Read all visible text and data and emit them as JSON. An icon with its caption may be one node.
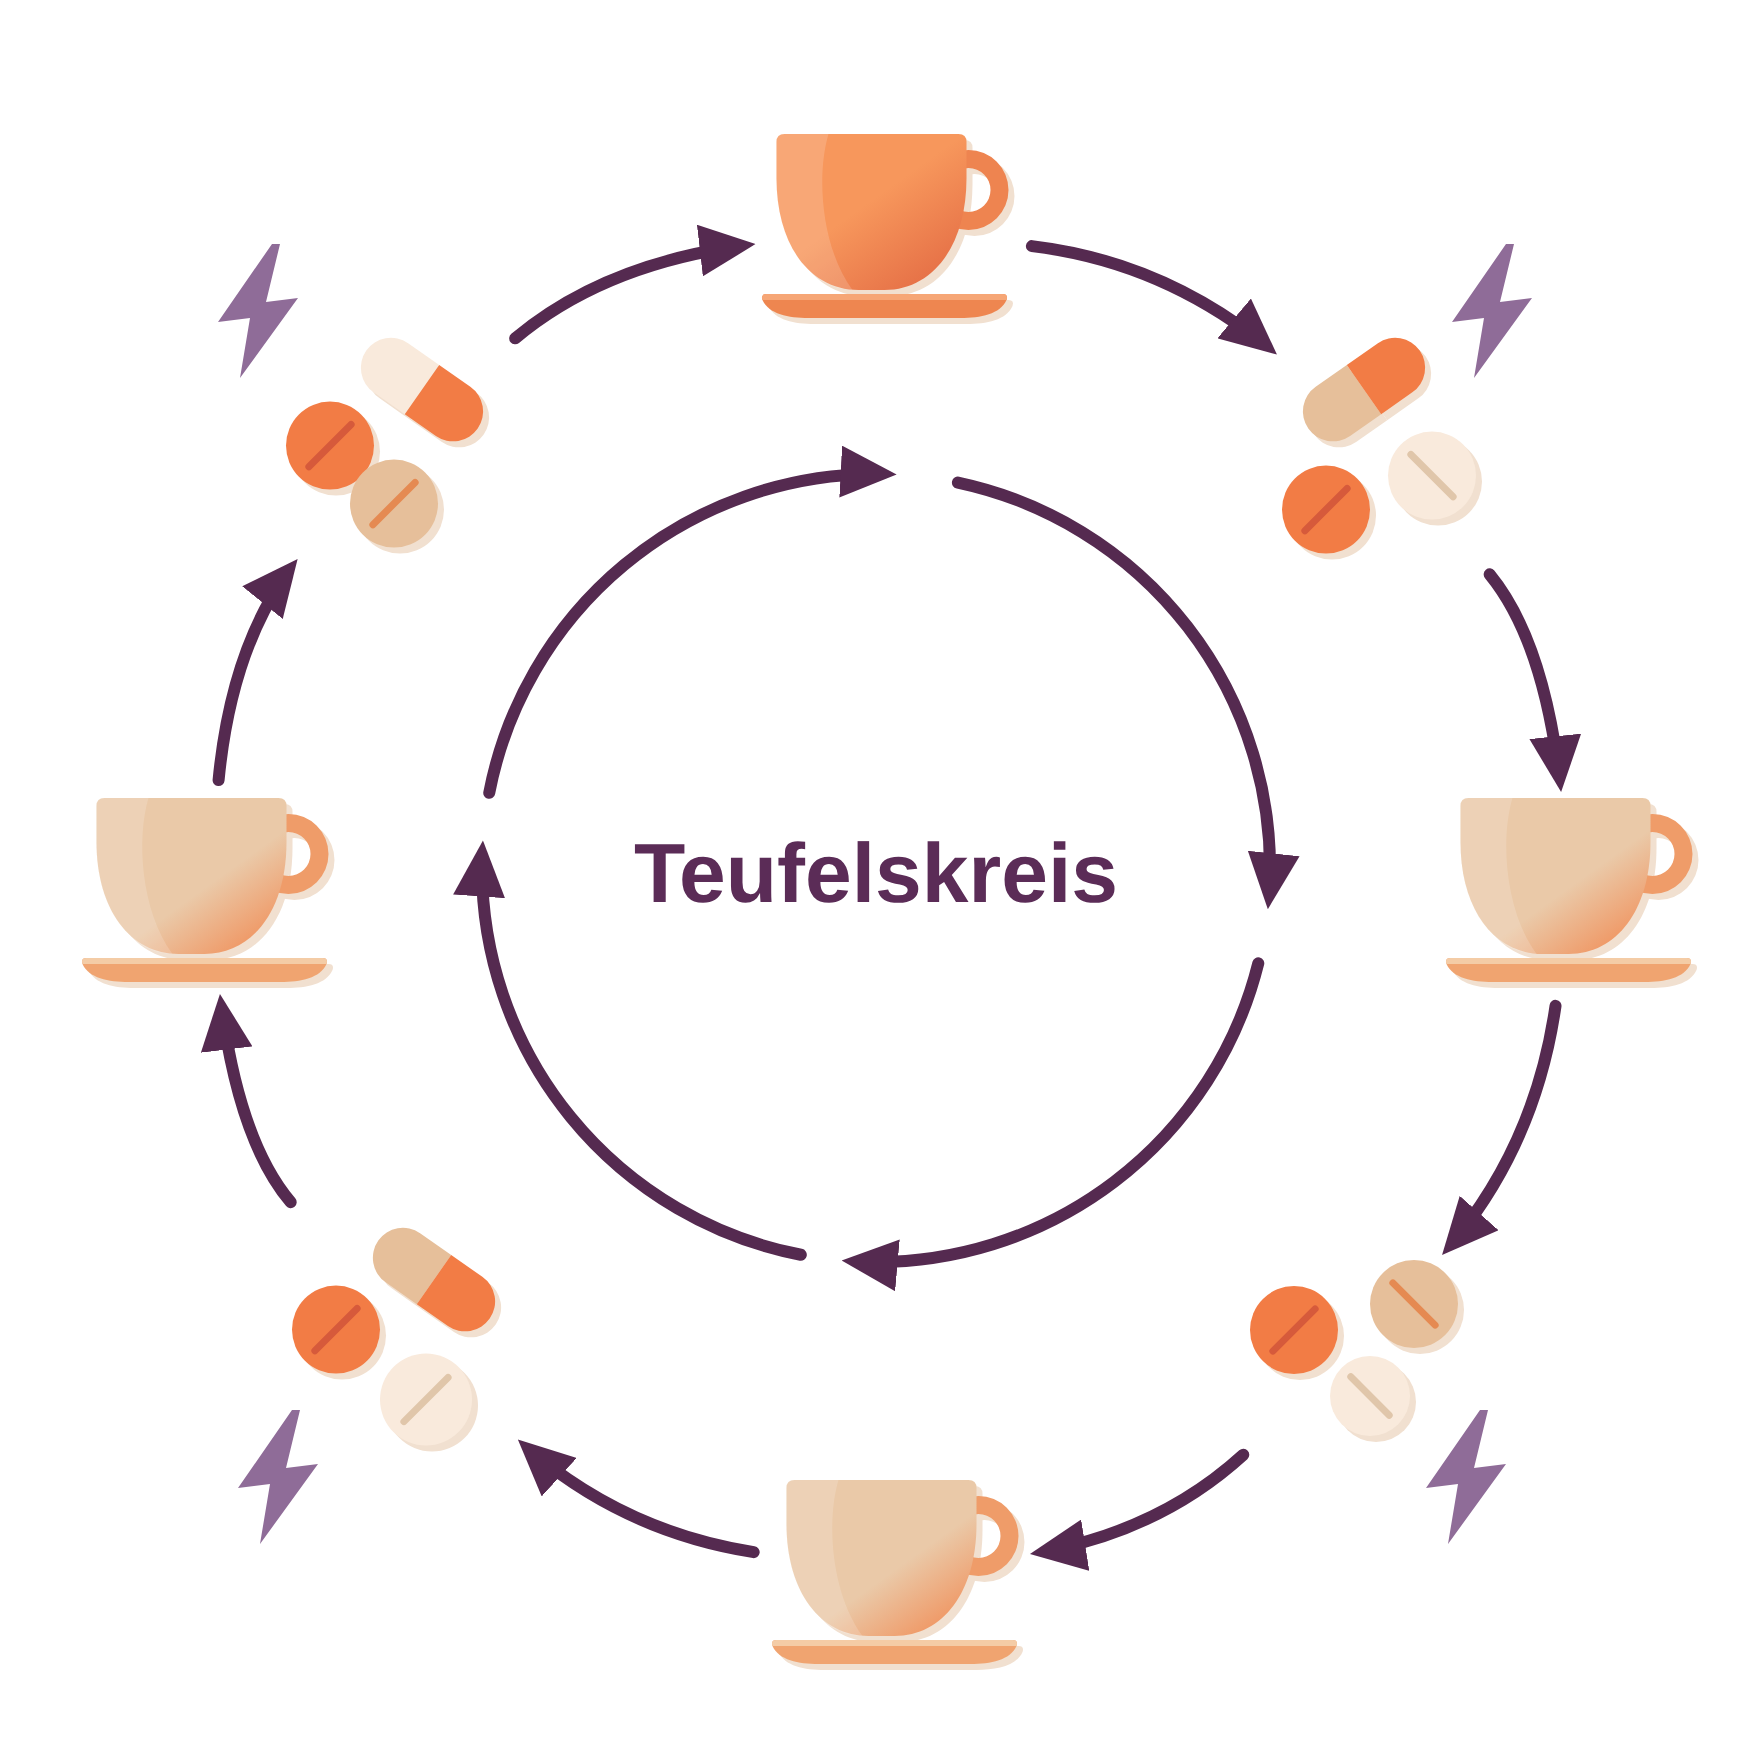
{
  "diagram": {
    "nodes": [
      {
        "text": [],
        "shape": "picture"
      },
      {
        "text": [],
        "shape": "picture"
      },
      {
        "text": [],
        "shape": "picture"
      },
      {
        "text": [],
        "shape": "picture"
      },
      {
        "text": [],
        "shape": "picture"
      },
      {
        "text": [],
        "shape": "picture"
      },
      {
        "text": [],
        "shape": "picture"
      },
      {
        "text": [],
        "shape": "picture"
      }
    ],
    "edges": [
      {
        "from": 0,
        "to": 1,
        "arrow": "to"
      },
      {
        "from": 1,
        "to": 2,
        "arrow": "to"
      },
      {
        "from": 2,
        "to": 3,
        "arrow": "to"
      },
      {
        "from": 3,
        "to": 4,
        "arrow": "to"
      },
      {
        "from": 4,
        "to": 5,
        "arrow": "to"
      },
      {
        "from": 5,
        "to": 6,
        "arrow": "to"
      },
      {
        "from": 6,
        "to": 7,
        "arrow": "to"
      },
      {
        "from": 7,
        "to": 0,
        "arrow": "to"
      }
    ],
    "labels": [
      "Teufelskreis"
    ]
  }
}
